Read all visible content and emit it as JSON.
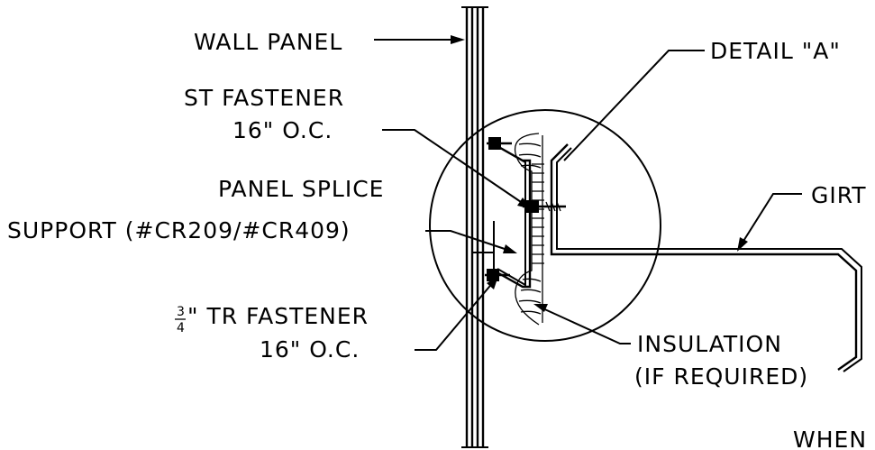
{
  "labels": {
    "wall_panel": "WALL PANEL",
    "detail_a": "DETAIL \"A\"",
    "st_fastener": "ST FASTENER",
    "st_spacing": "16\" O.C.",
    "panel_splice": "PANEL SPLICE",
    "support": "SUPPORT (#CR209/#CR409)",
    "girt": "GIRT",
    "tr_fraction_num": "3",
    "tr_fraction_den": "4",
    "tr_fastener": "\" TR FASTENER",
    "tr_spacing": "16\" O.C.",
    "insulation": "INSULATION",
    "if_required": "(IF REQUIRED)",
    "when": "WHEN"
  },
  "colors": {
    "ink": "#000000",
    "background": "#ffffff"
  }
}
